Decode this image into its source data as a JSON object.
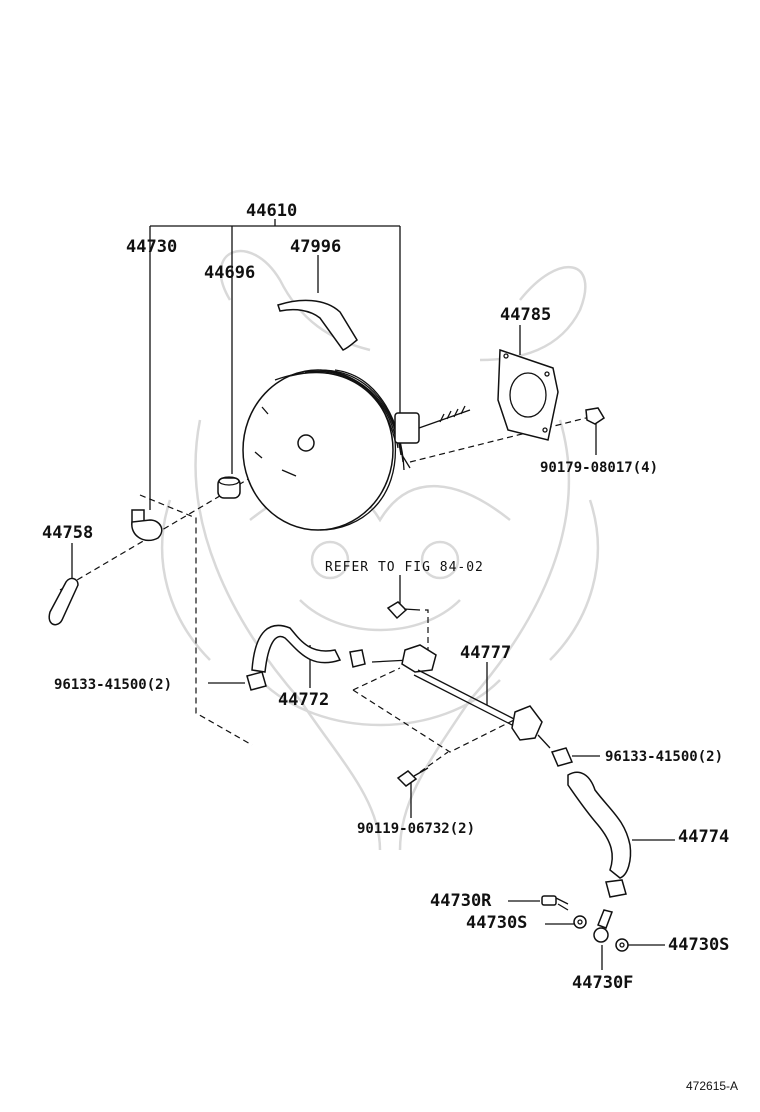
{
  "labels": {
    "p44610": "44610",
    "p44730": "44730",
    "p47996": "47996",
    "p44696": "44696",
    "p44785": "44785",
    "p90179": "90179-08017(4)",
    "p44758": "44758",
    "refer": "REFER TO FIG 84-02",
    "p44777": "44777",
    "p96133_left": "96133-41500(2)",
    "p44772": "44772",
    "p96133_right": "96133-41500(2)",
    "p90119": "90119-06732(2)",
    "p44774": "44774",
    "p44730R": "44730R",
    "p44730S_left": "44730S",
    "p44730S_right": "44730S",
    "p44730F": "44730F"
  },
  "diagram_id": "472615-A",
  "colors": {
    "line": "#111111",
    "watermark": "#d9d9d9",
    "background": "#ffffff"
  }
}
